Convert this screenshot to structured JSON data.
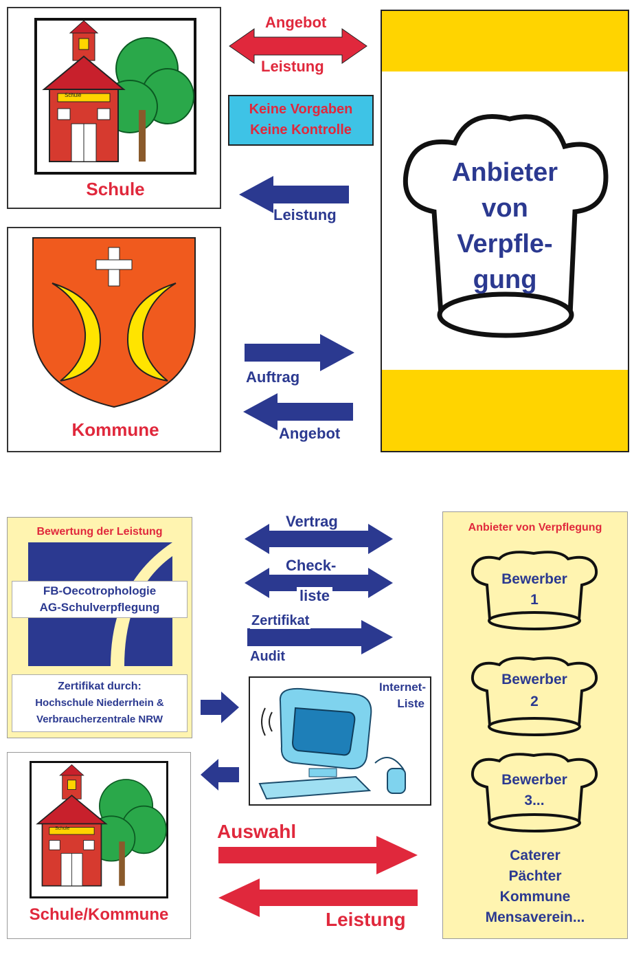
{
  "top": {
    "school_label": "Schule",
    "school_sign": "Schule",
    "commune_label": "Kommune",
    "arrow1_top": "Angebot",
    "arrow1_bottom": "Leistung",
    "note_line1": "Keine Vorgaben",
    "note_line2": "Keine Kontrolle",
    "arrow2_label": "Leistung",
    "arrow3_label": "Auftrag",
    "arrow4_label": "Angebot",
    "provider_lines": [
      "Anbieter",
      "von",
      "Verpfle-",
      "gung"
    ]
  },
  "bottom": {
    "evaluation_title": "Bewertung der Leistung",
    "fb_line1": "FB-Oecotrophologie",
    "fb_line2": "AG-Schulverpflegung",
    "cert_line1": "Zertifikat durch:",
    "cert_line2": "Hochschule Niederrhein &",
    "cert_line3": "Verbraucherzentrale NRW",
    "school_label": "Schule/Kommune",
    "school_sign": "Schule",
    "contract": "Vertrag",
    "check1": "Check-",
    "check2": "liste",
    "certificate": "Zertifikat",
    "audit": "Audit",
    "internet1": "Internet-",
    "internet2": "Liste",
    "auswahl": "Auswahl",
    "leistung": "Leistung",
    "providers_title": "Anbieter von Verpflegung",
    "bidders": [
      {
        "line1": "Bewerber",
        "line2": "1"
      },
      {
        "line1": "Bewerber",
        "line2": "2"
      },
      {
        "line1": "Bewerber",
        "line2": "3..."
      }
    ],
    "provider_types": [
      "Caterer",
      "Pächter",
      "Kommune",
      "Mensaverein..."
    ]
  },
  "colors": {
    "red": "#e0283c",
    "blue": "#2b3990",
    "yellow": "#ffd400",
    "cyan": "#3ec3e6",
    "cream": "#fff4b0",
    "orange": "#f05a1e"
  }
}
